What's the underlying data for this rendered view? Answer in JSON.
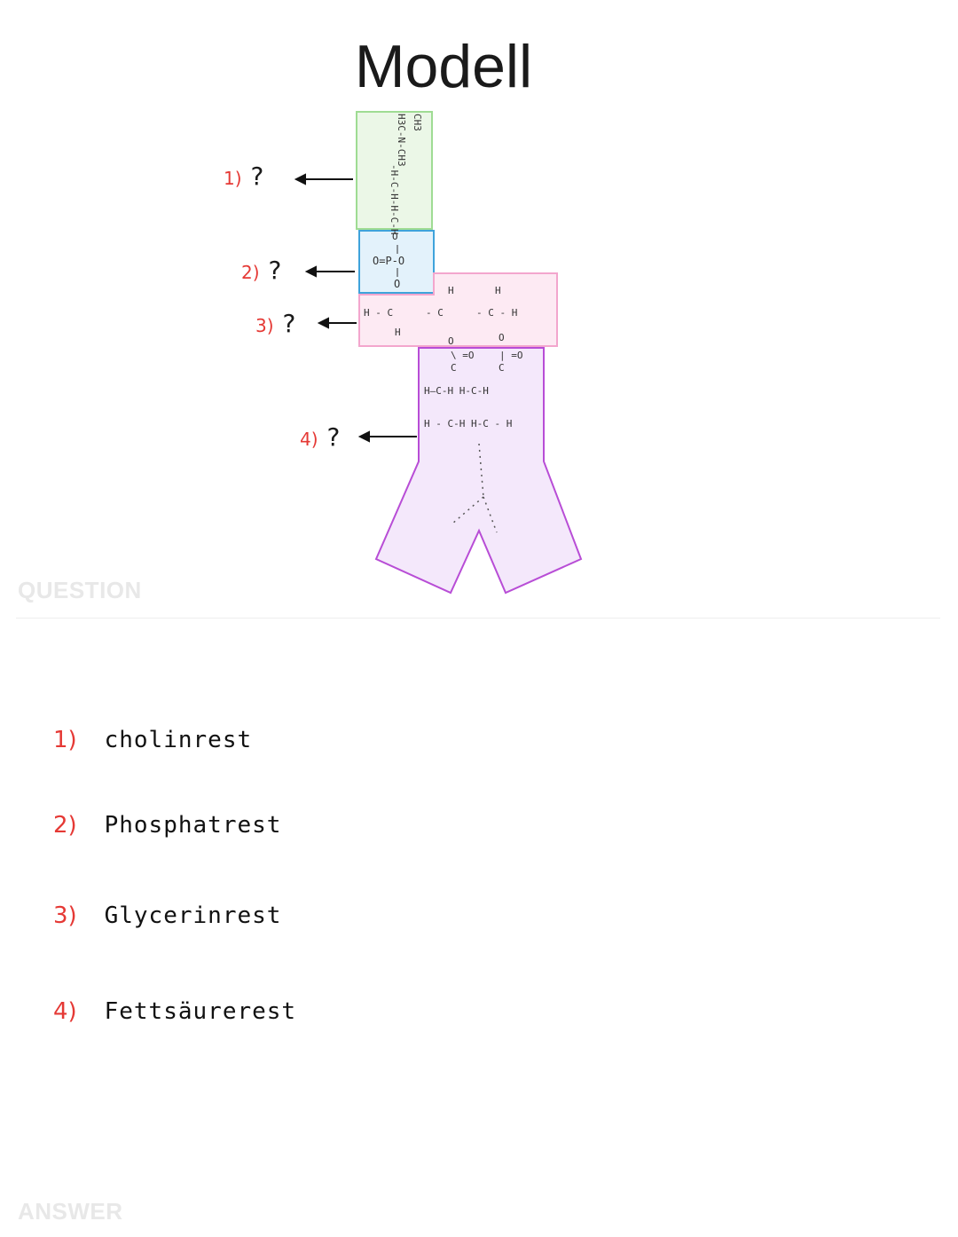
{
  "title": "Modell",
  "question_label": "QUESTION",
  "answer_label": "ANSWER",
  "diagram_labels": [
    {
      "num": "1)",
      "mark": "?"
    },
    {
      "num": "2)",
      "mark": "?"
    },
    {
      "num": "3)",
      "mark": "?"
    },
    {
      "num": "4)",
      "mark": "?"
    }
  ],
  "answers": [
    {
      "num": "1)",
      "text": "cholinrest"
    },
    {
      "num": "2)",
      "text": "Phosphatrest"
    },
    {
      "num": "3)",
      "text": "Glycerinrest"
    },
    {
      "num": "4)",
      "text": "Fettsäurerest"
    }
  ],
  "molecule": {
    "choline_lines": [
      "CH3",
      "H3C-N-CH3",
      "H-C-H",
      "H-C-H"
    ],
    "phosphate_lines": [
      "O",
      "O=P-O",
      "O"
    ],
    "glycerol": "H-C - C - C-H",
    "fatty": [
      "C=O",
      "H-C-H H-C-H",
      "H-C-H H-C-H"
    ]
  },
  "colors": {
    "accent_red": "#e53935",
    "choline_box": "#e9f7e6",
    "phosphate_box": "#e3f2fb",
    "glycerol_box": "#fdeaf3",
    "fatty_box": "#f3e8fb"
  }
}
